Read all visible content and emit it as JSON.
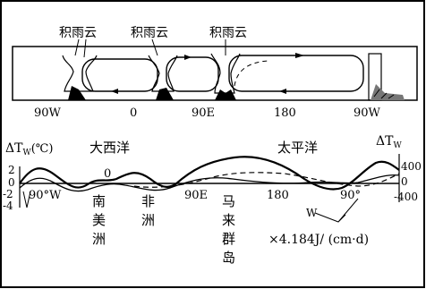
{
  "cloud_labels": [
    "积雨云",
    "积雨云",
    "积雨云"
  ],
  "top_axis_ticks": [
    "90W",
    "0",
    "90E",
    "180",
    "90W"
  ],
  "temp_axis_label": "ΔT",
  "temp_axis_sub": "W",
  "temp_axis_unit": "(℃)",
  "ocean_atlantic": "大西洋",
  "ocean_pacific": "太平洋",
  "flux_axis_label": "ΔT",
  "flux_axis_sub": "W",
  "left_ticks": [
    "2",
    "0",
    "-2",
    "-4"
  ],
  "right_ticks": [
    "400",
    "0",
    "-400"
  ],
  "zero_mark": "0",
  "lower_ticks": [
    "90°W",
    "90E",
    "180",
    "90°"
  ],
  "place_labels": [
    {
      "key": "south-america",
      "text": "南美洲"
    },
    {
      "key": "africa",
      "text": "非洲"
    },
    {
      "key": "malay-archipelago",
      "text": "马来群岛"
    }
  ],
  "w_label": "W",
  "unit_text": "×4.184J/ (cm·d)"
}
